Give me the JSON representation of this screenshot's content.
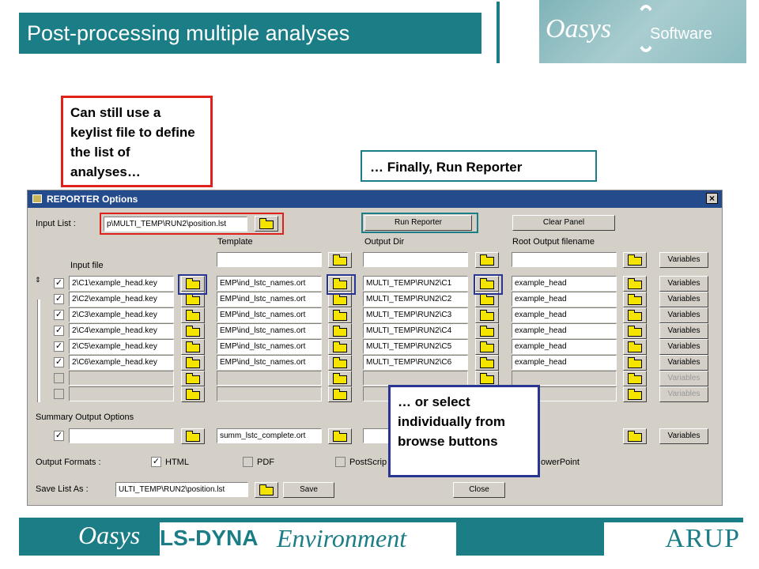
{
  "slide": {
    "title": "Post-processing multiple analyses",
    "logo_main": "Oasys",
    "logo_sub": "Software",
    "footer_oasys": "Oasys",
    "footer_ls": "LS-DYNA",
    "footer_env": "Environment",
    "footer_arup": "ARUP"
  },
  "callouts": {
    "keylist": "Can still use a keylist file to define the list of analyses…",
    "finally": "… Finally, Run Reporter",
    "browse": "… or select individually from browse buttons"
  },
  "window": {
    "title": "REPORTER Options",
    "close": "×",
    "input_list_label": "Input List :",
    "input_list_value": "p\\MULTI_TEMP\\RUN2\\position.lst",
    "run_label": "Run Reporter",
    "clear_label": "Clear Panel",
    "col_template": "Template",
    "col_outdir": "Output Dir",
    "col_root": "Root Output filename",
    "col_input": "Input file",
    "variables": "Variables",
    "rows": [
      {
        "input": "2\\C1\\example_head.key",
        "template": "EMP\\ind_lstc_names.ort",
        "outdir": "MULTI_TEMP\\RUN2\\C1",
        "root": "example_head"
      },
      {
        "input": "2\\C2\\example_head.key",
        "template": "EMP\\ind_lstc_names.ort",
        "outdir": "MULTI_TEMP\\RUN2\\C2",
        "root": "example_head"
      },
      {
        "input": "2\\C3\\example_head.key",
        "template": "EMP\\ind_lstc_names.ort",
        "outdir": "MULTI_TEMP\\RUN2\\C3",
        "root": "example_head"
      },
      {
        "input": "2\\C4\\example_head.key",
        "template": "EMP\\ind_lstc_names.ort",
        "outdir": "MULTI_TEMP\\RUN2\\C4",
        "root": "example_head"
      },
      {
        "input": "2\\C5\\example_head.key",
        "template": "EMP\\ind_lstc_names.ort",
        "outdir": "MULTI_TEMP\\RUN2\\C5",
        "root": "example_head"
      },
      {
        "input": "2\\C6\\example_head.key",
        "template": "EMP\\ind_lstc_names.ort",
        "outdir": "MULTI_TEMP\\RUN2\\C6",
        "root": "example_head"
      }
    ],
    "summary_label": "Summary Output Options",
    "summary_template": "summ_lstc_complete.ort",
    "formats_label": "Output Formats :",
    "fmt_html": "HTML",
    "fmt_pdf": "PDF",
    "fmt_ps": "PostScrip",
    "fmt_ppt": "owerPoint",
    "save_label": "Save List As :",
    "save_value": "ULTI_TEMP\\RUN2\\position.lst",
    "save_btn": "Save",
    "close_btn": "Close",
    "check": "✓"
  }
}
